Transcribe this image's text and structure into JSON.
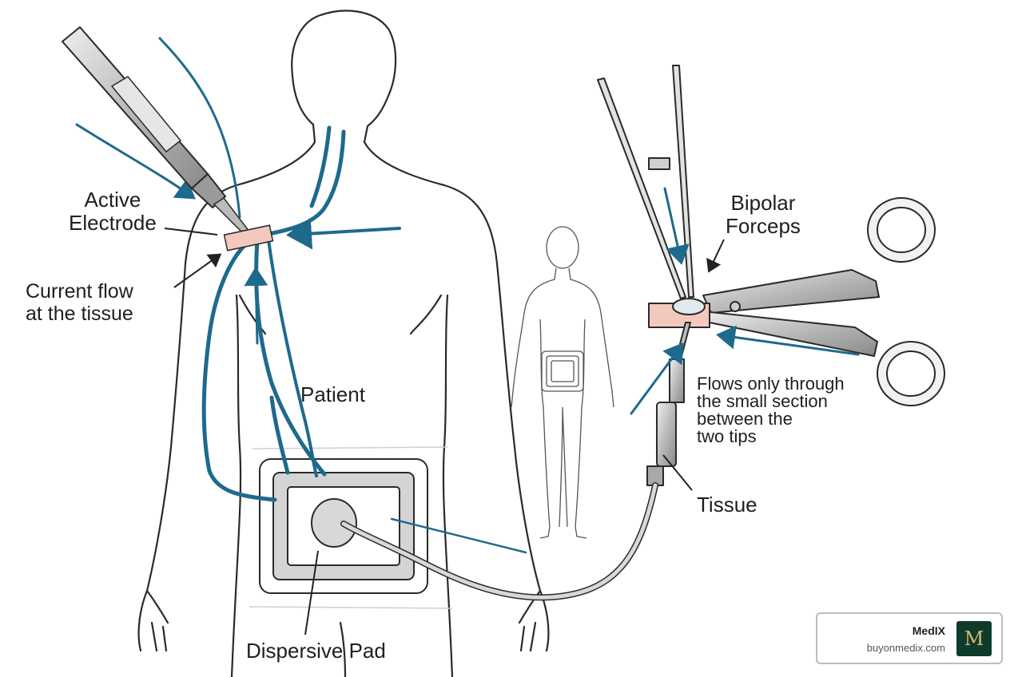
{
  "labels": {
    "active_electrode": "Active\nElectrode",
    "current_flow": "Current flow\n at the tissue",
    "patient": "Patient",
    "dispersive_pad": "Dispersive Pad",
    "bipolar_forceps": "Bipolar\nForceps",
    "flows_only": "Flows only through\nthe small section\nbetween the\ntwo tips",
    "tissue": "Tissue"
  },
  "brand": {
    "name": "MedIX",
    "url": "buyonmedix.com",
    "logo_letter": "M"
  },
  "colors": {
    "current_flow": "#1e6a8c",
    "outline": "#2a2a2a",
    "tissue_pink": "#f3c9bd",
    "pad_gray": "#cfcfcf",
    "logo_bg": "#0e3b2c"
  }
}
